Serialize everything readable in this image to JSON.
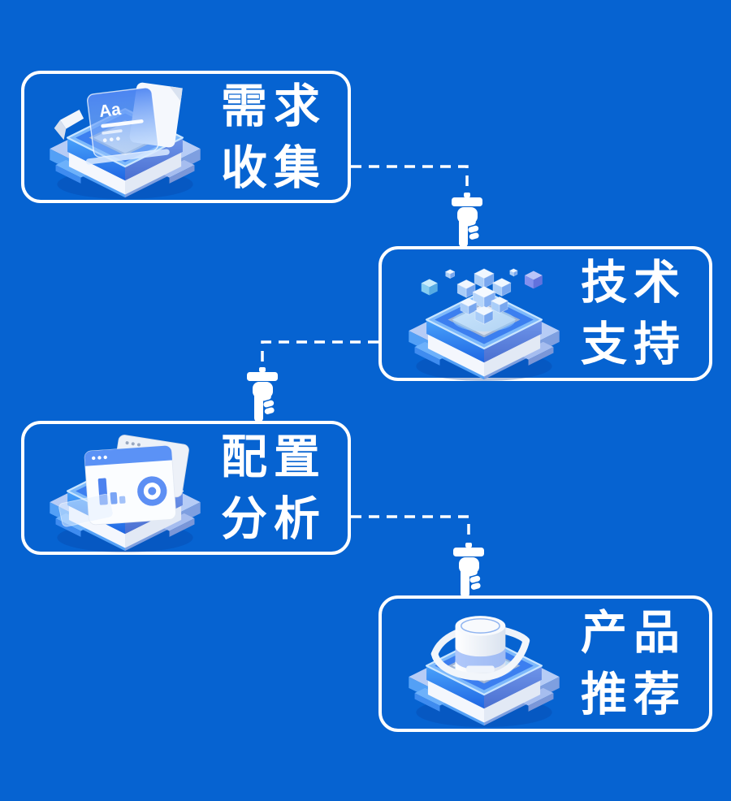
{
  "page": {
    "type": "process-flow-infographic",
    "background_color": "#0663D1"
  },
  "steps": [
    {
      "label": "需求收集",
      "lines": [
        "需求",
        "收集"
      ],
      "icon": "document-text-panel-3d-icon",
      "position": "top-left"
    },
    {
      "label": "技术支持",
      "lines": [
        "技术",
        "支持"
      ],
      "icon": "building-blocks-3d-icon",
      "position": "upper-right"
    },
    {
      "label": "配置分析",
      "lines": [
        "配置",
        "分析"
      ],
      "icon": "analytics-windows-3d-icon",
      "position": "lower-left"
    },
    {
      "label": "产品推荐",
      "lines": [
        "产品",
        "推荐"
      ],
      "icon": "database-ring-3d-icon",
      "position": "bottom-right"
    }
  ],
  "icons": {
    "requirements_panel_text": "Aa"
  },
  "connectors": [
    {
      "from_step": 1,
      "to_step": 2,
      "style": "dashed",
      "endpoint": "pointing-hand-icon"
    },
    {
      "from_step": 2,
      "to_step": 3,
      "style": "dashed",
      "endpoint": "pointing-hand-icon"
    },
    {
      "from_step": 3,
      "to_step": 4,
      "style": "dashed",
      "endpoint": "pointing-hand-icon"
    }
  ],
  "colors": {
    "background": "#0663D1",
    "card_border": "#FFFFFF",
    "label_text": "#FFFFFF",
    "connector": "#FFFFFF",
    "platform_accent": "#3C7FF0",
    "platform_light": "#53A0F6",
    "platform_glow": "#7DB9FB"
  }
}
